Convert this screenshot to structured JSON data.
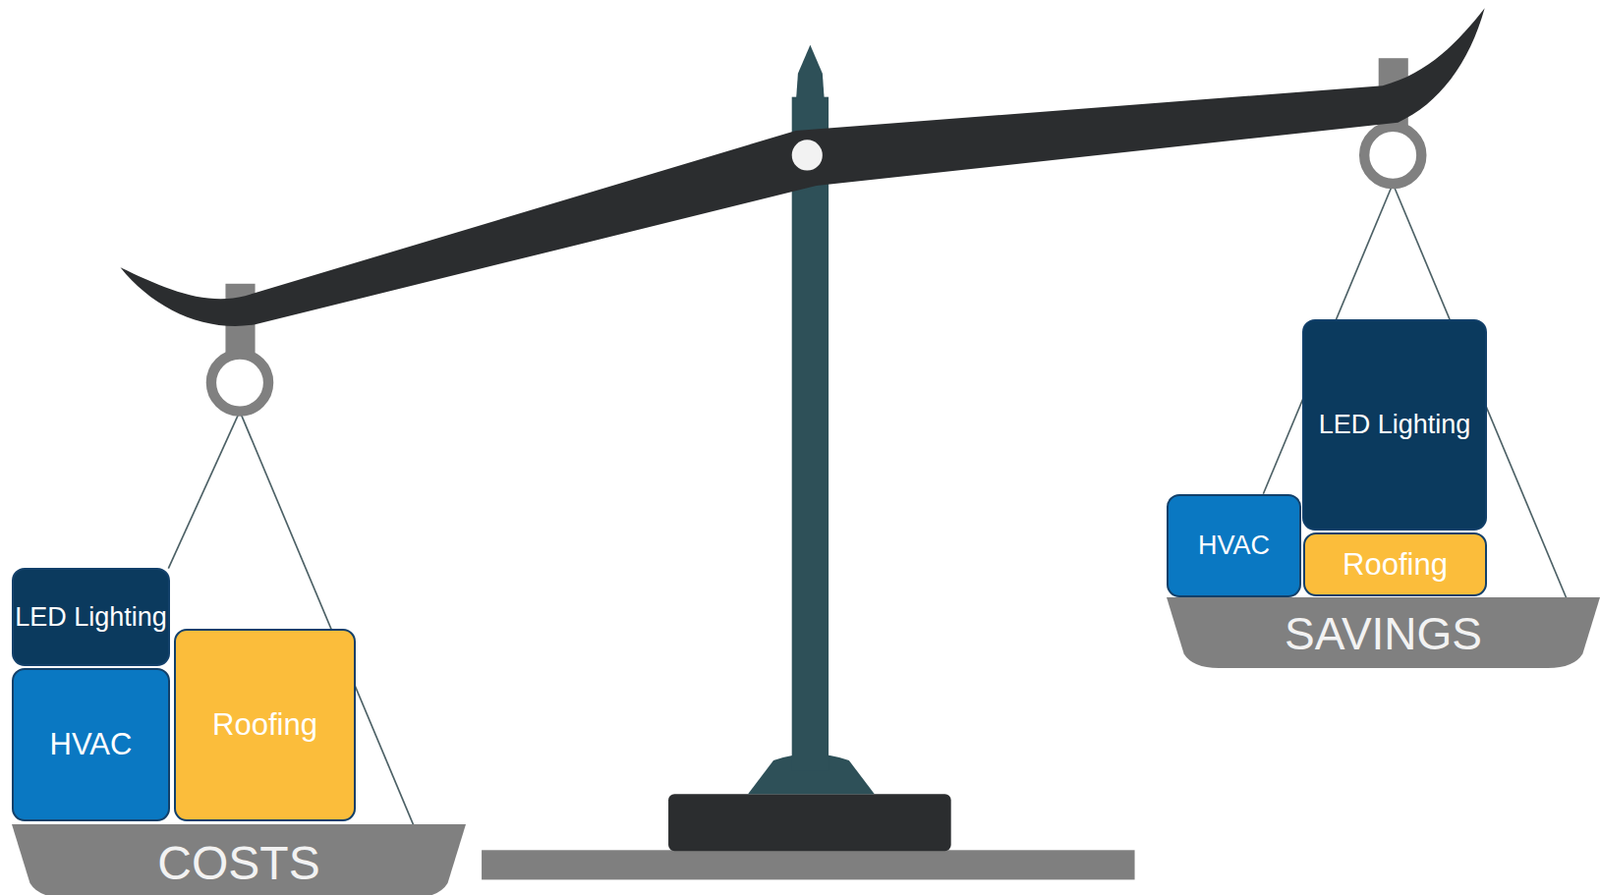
{
  "diagram": {
    "nodes": [
      {
        "text": [
          "LED Lighting"
        ]
      },
      {
        "text": [
          "HVAC"
        ]
      },
      {
        "text": [
          "Roofing"
        ]
      },
      {
        "text": [
          "COSTS"
        ]
      },
      {
        "text": [
          "LED Lighting"
        ]
      },
      {
        "text": [
          "HVAC"
        ]
      },
      {
        "text": [
          "Roofing"
        ]
      },
      {
        "text": [
          "SAVINGS"
        ]
      }
    ]
  }
}
